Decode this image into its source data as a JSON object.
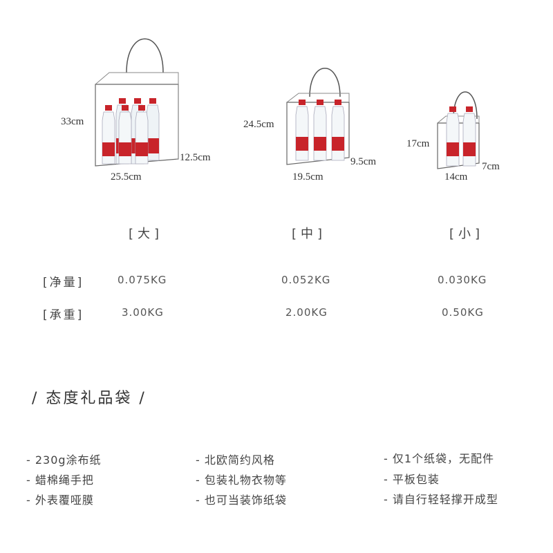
{
  "bags": [
    {
      "size": "[大]",
      "height": "33cm",
      "width": "25.5cm",
      "depth": "12.5cm"
    },
    {
      "size": "[中]",
      "height": "24.5cm",
      "width": "19.5cm",
      "depth": "9.5cm"
    },
    {
      "size": "[小]",
      "height": "17cm",
      "width": "14cm",
      "depth": "7cm"
    }
  ],
  "specs": {
    "net_weight_label": "[净量]",
    "load_label": "[承重]",
    "net_weight": [
      "0.075KG",
      "0.052KG",
      "0.030KG"
    ],
    "load": [
      "3.00KG",
      "2.00KG",
      "0.50KG"
    ]
  },
  "section_title": "/ 态度礼品袋 /",
  "features": [
    [
      "- 230g涂布纸",
      "- 蜡棉绳手把",
      "- 外表覆哑膜"
    ],
    [
      "- 北欧简约风格",
      "- 包装礼物衣物等",
      "- 也可当装饰纸袋"
    ],
    [
      "- 仅1个纸袋，无配件",
      "- 平板包装",
      "- 请自行轻轻撑开成型"
    ]
  ],
  "colors": {
    "bottle_label": "#c8242a",
    "bag_outline": "#555555"
  }
}
